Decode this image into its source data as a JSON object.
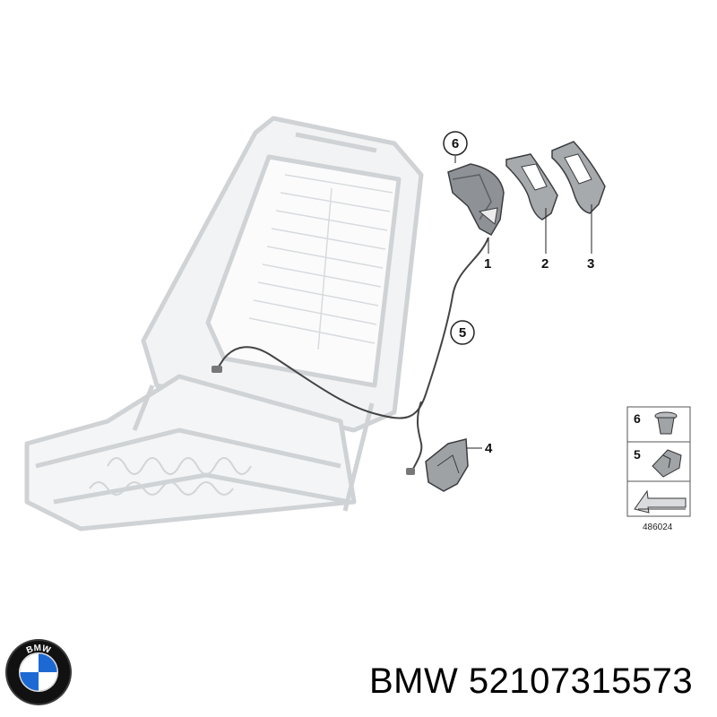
{
  "diagram": {
    "callouts": {
      "c1": "1",
      "c2": "2",
      "c3": "3",
      "c4": "4",
      "c5": "5",
      "c6": "6"
    },
    "legend": {
      "item6": "6",
      "item5": "5",
      "ref_code": "486024"
    }
  },
  "caption": {
    "brand": "BMW",
    "part_number": "52107315573"
  },
  "logo": {
    "text": "BMW",
    "colors": {
      "ring": "#111111",
      "blue": "#1c69d4",
      "white": "#ffffff"
    }
  }
}
